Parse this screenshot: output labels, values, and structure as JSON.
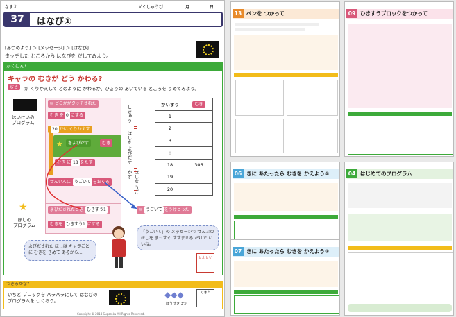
{
  "main": {
    "name_label": "なまえ",
    "grade_label": "がくしゅうび",
    "month_label": "月",
    "day_label": "日",
    "number": "37",
    "title": "はなび①",
    "breadcrumb": "[あつめよう] ＞ [メッセージ] ＞ [はなび]",
    "instruction": "タッチした ところから はなびを だしてみよう。",
    "check_header": "かくにん!",
    "question": "キャラの むきが どう かわる?",
    "question_detail": "が くりかえして どのように かわるか、ひょうの あいている ところを うめてみよう。",
    "direction_chip": "むき",
    "bg_label": "はいけいの\nプログラム",
    "star_label": "ほしの\nプログラム",
    "blocks": {
      "hat": "どこかがタッチされた",
      "set_dir_a": "むき",
      "set_dir_b": "を",
      "set_dir_val": "0",
      "set_dir_c": "にする",
      "repeat": "かい くりかえす",
      "repeat_count": "20",
      "star_make_a": "をよびだす",
      "star_make_b": "むき",
      "turn_a": "むき",
      "turn_b": "に",
      "turn_val": "18",
      "turn_c": "をたす",
      "forever": "ぜんいんに",
      "forever_slot": "うごいて",
      "forever_c": "をおくる",
      "clone_a": "よびだされたとき",
      "clone_b": "ひきすう1",
      "set_a": "むきを",
      "set_b": "ひきすう1",
      "set_c": "にする",
      "recv_slot": "うごいて",
      "recv_b": "をうけとった"
    },
    "table": {
      "headers": [
        "かいすう",
        "むき"
      ],
      "rows": [
        [
          "1",
          ""
        ],
        [
          "2",
          ""
        ],
        [
          "3",
          ""
        ],
        [
          "⋮",
          ""
        ],
        [
          "18",
          "306"
        ],
        [
          "19",
          ""
        ],
        [
          "20",
          ""
        ]
      ]
    },
    "side_labels": [
      "しきゅう",
      "ほしを よびだす",
      "ほしを うごかす"
    ],
    "bubble_left": "よびだされた ほしは キャラごとに むきを きめて あるから…",
    "bubble_right": "「うごいて」の メッセージで ぜんぶの ほしを まっすぐ すすませる だけで いいね。",
    "teacher_stamp": "せんせい",
    "yellow_header": "できるかな?",
    "challenge": "いちど ブロックを バラバラにして はなびの プログラムを つくろう。",
    "level_label": "ほうせき 3つ",
    "done_label": "できた",
    "copyright": "Copyright © 2018 Sugoroku All Rights Reserved."
  },
  "thumbs": [
    {
      "number": "13",
      "title": "ペンを つかって",
      "color": "#e88a2a"
    },
    {
      "number": "09",
      "title": "ひきすうブロックをつかって",
      "color": "#d9587a"
    },
    {
      "number": "06",
      "title": "きに あたったら むきを かえよう①",
      "color": "#4aa6d8"
    },
    {
      "number": "07",
      "title": "きに あたったら むきを かえよう②",
      "color": "#4aa6d8"
    },
    {
      "number": "04",
      "title": "はじめてのプログラム",
      "color": "#3daa3a"
    }
  ]
}
